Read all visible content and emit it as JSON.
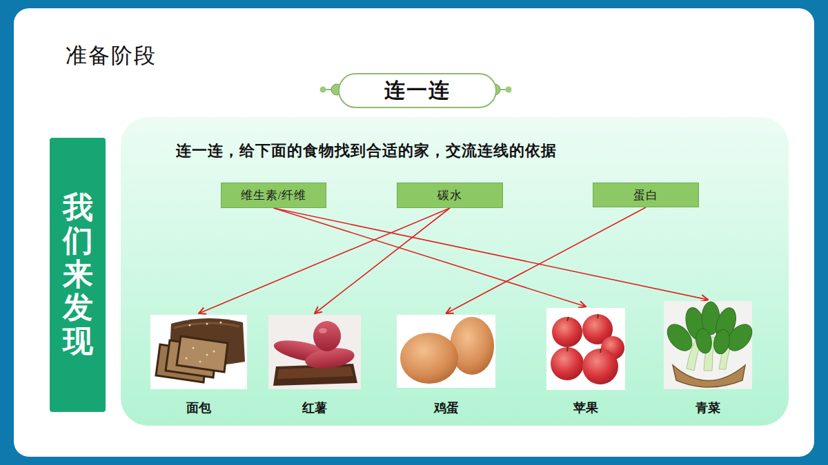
{
  "diagram": {
    "title": "准备阶段",
    "nodes": [
      {
        "text": [
          "连一连"
        ]
      },
      {
        "text": [
          "我们来发现"
        ]
      },
      {
        "text": [
          "连一连，给下面的食物找到合适的家，交流连线的依据"
        ]
      },
      {
        "text": [
          "维生素/纤维"
        ],
        "in": 2
      },
      {
        "text": [
          "碳水"
        ],
        "in": 2
      },
      {
        "text": [
          "蛋白"
        ],
        "in": 2
      },
      {
        "text": [
          "面包"
        ],
        "in": 2
      },
      {
        "text": [
          "红薯"
        ],
        "in": 2
      },
      {
        "text": [
          "鸡蛋"
        ],
        "in": 2
      },
      {
        "text": [
          "苹果"
        ],
        "in": 2
      },
      {
        "text": [
          "青菜"
        ],
        "in": 2
      }
    ],
    "edges": [
      {
        "from": 3,
        "to": 9,
        "arrow": "to"
      },
      {
        "from": 3,
        "to": 10,
        "arrow": "to"
      },
      {
        "from": 4,
        "to": 6,
        "arrow": "to"
      },
      {
        "from": 4,
        "to": 7,
        "arrow": "to"
      },
      {
        "from": 5,
        "to": 8,
        "arrow": "to"
      }
    ]
  }
}
